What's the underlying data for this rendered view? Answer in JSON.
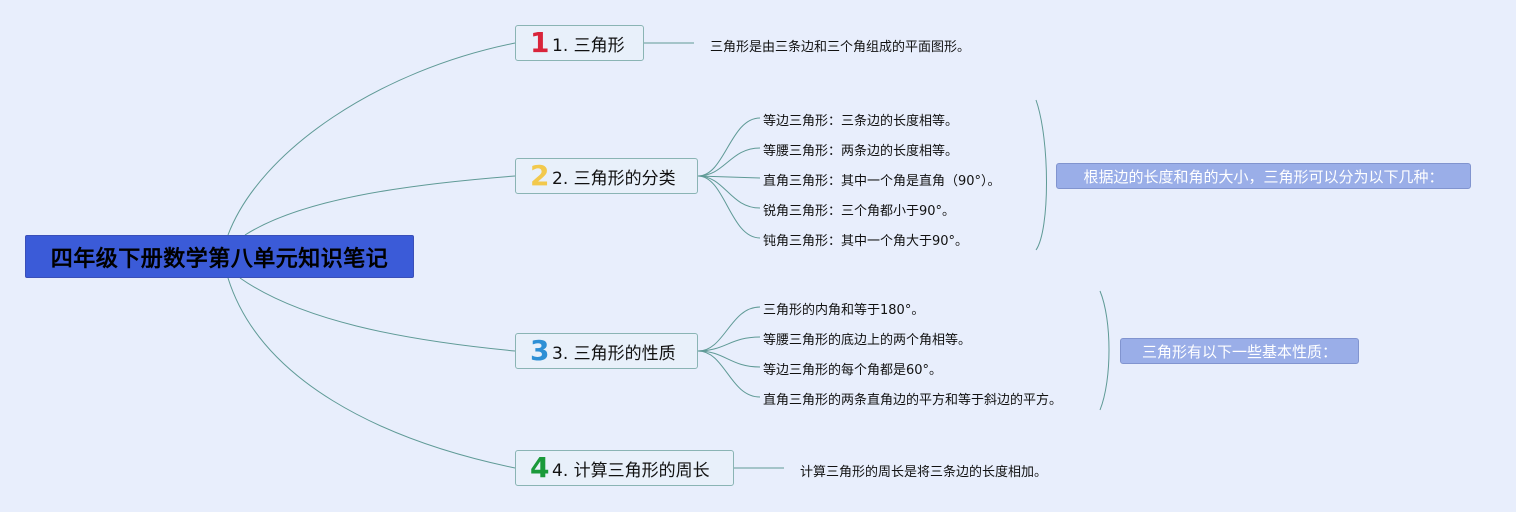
{
  "root": {
    "title": "四年级下册数学第八单元知识笔记"
  },
  "topics": [
    {
      "number": "1",
      "number_color": "#d9243a",
      "title": "1. 三角形",
      "detail": "三角形是由三条边和三个角组成的平面图形。"
    },
    {
      "number": "2",
      "number_color": "#f2c94c",
      "title": "2. 三角形的分类",
      "items": [
        "等边三角形：三条边的长度相等。",
        "等腰三角形：两条边的长度相等。",
        "直角三角形：其中一个角是直角（90°）。",
        "锐角三角形：三个角都小于90°。",
        "钝角三角形：其中一个角大于90°。"
      ],
      "summary": "根据边的长度和角的大小，三角形可以分为以下几种："
    },
    {
      "number": "3",
      "number_color": "#2d8fd5",
      "title": "3. 三角形的性质",
      "items": [
        "三角形的内角和等于180°。",
        "等腰三角形的底边上的两个角相等。",
        "等边三角形的每个角都是60°。",
        "直角三角形的两条直角边的平方和等于斜边的平方。"
      ],
      "summary": "三角形有以下一些基本性质："
    },
    {
      "number": "4",
      "number_color": "#1a9a3a",
      "title": "4. 计算三角形的周长",
      "detail": "计算三角形的周长是将三条边的长度相加。"
    }
  ],
  "colors": {
    "background": "#e8eefc",
    "root": "#3b5bd8",
    "line": "#5f9a96",
    "summary": "#9aaee8"
  }
}
